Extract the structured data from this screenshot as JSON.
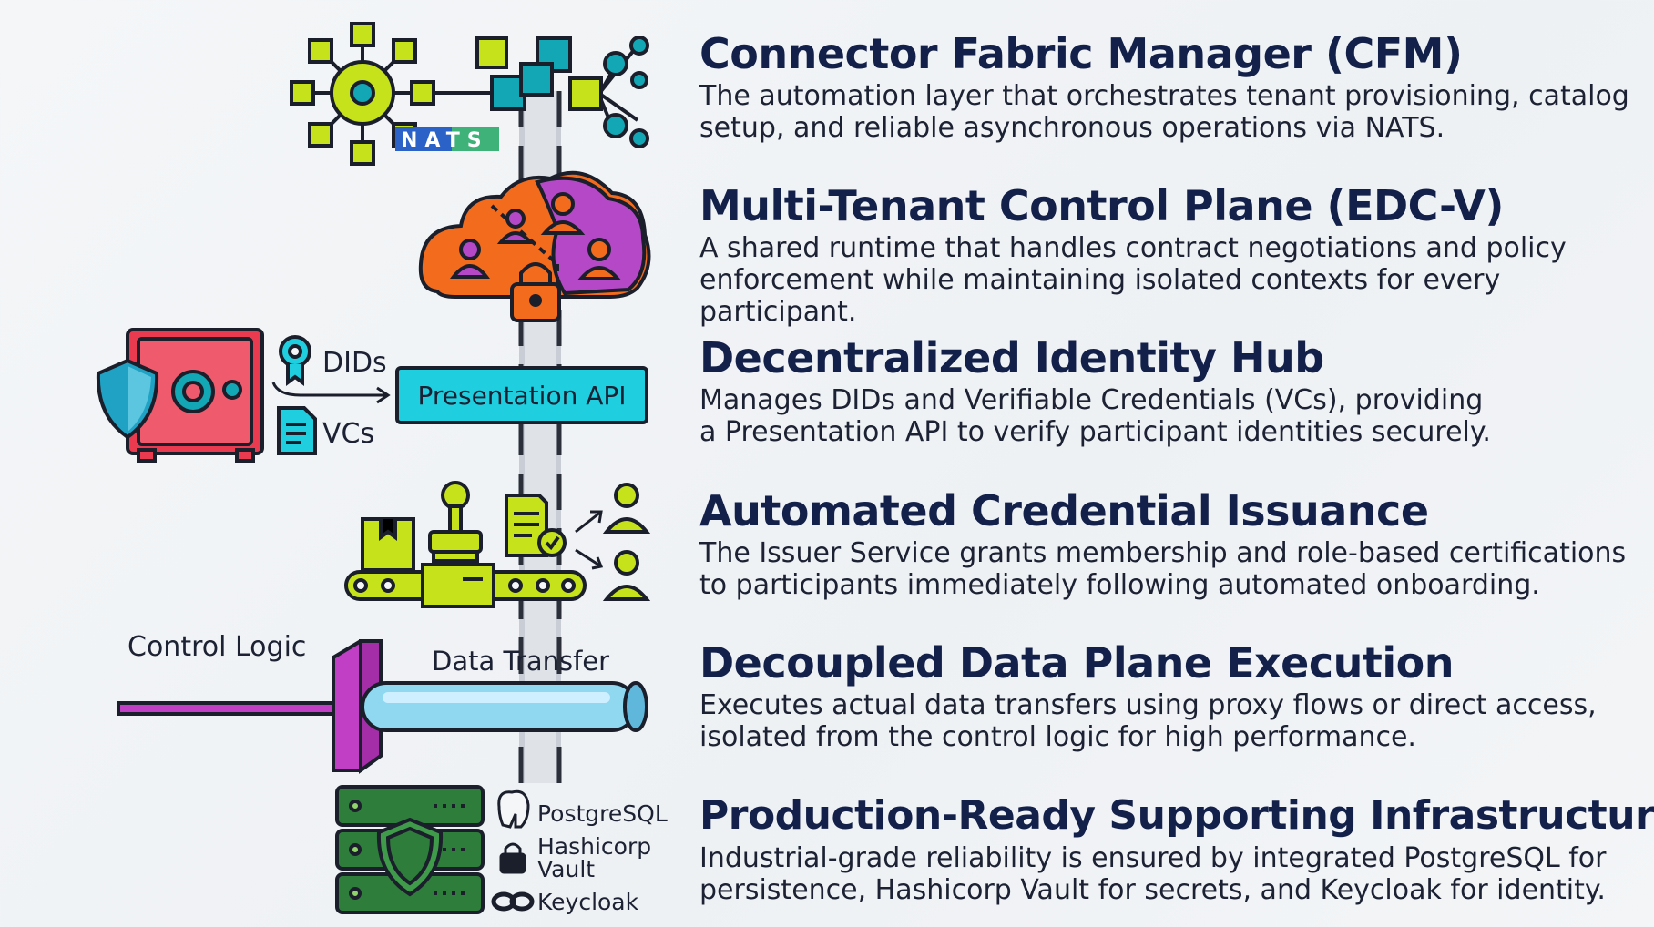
{
  "sections": [
    {
      "title": "Connector Fabric Manager (CFM)",
      "desc": "The automation layer that orchestrates tenant provisioning, catalog\nsetup, and reliable asynchronous operations via NATS."
    },
    {
      "title": "Multi-Tenant Control Plane (EDC-V)",
      "desc": "A shared runtime that handles contract negotiations and policy\nenforcement while maintaining isolated contexts for every participant."
    },
    {
      "title": "Decentralized Identity Hub",
      "desc": "Manages DIDs and Verifiable Credentials (VCs), providing\na Presentation API to verify participant identities securely."
    },
    {
      "title": "Automated Credential Issuance",
      "desc": "The Issuer Service grants membership and role-based certifications\nto participants immediately following automated onboarding."
    },
    {
      "title": "Decoupled Data Plane Execution",
      "desc": "Executes actual data transfers using proxy flows or direct access,\nisolated from the control logic for high performance."
    },
    {
      "title": "Production-Ready Supporting Infrastructure",
      "desc": "Industrial-grade reliability is ensured by integrated PostgreSQL for\npersistence, Hashicorp Vault for secrets, and Keycloak for identity."
    }
  ],
  "labels": {
    "nats": "NATS",
    "dids": "DIDs",
    "vcs": "VCs",
    "presentation_api": "Presentation API",
    "control_logic": "Control Logic",
    "data_transfer": "Data Transfer",
    "postgresql": "PostgreSQL",
    "hashicorp": "Hashicorp",
    "vault": "Vault",
    "keycloak": "Keycloak"
  },
  "icons": [
    "hub-network-icon",
    "nats-logo",
    "cloud-tenants-icon",
    "padlock-icon",
    "safe-icon",
    "shield-icon",
    "did-badge-icon",
    "vc-document-icon",
    "conveyor-icon",
    "stamp-icon",
    "certificate-icon",
    "user-icon",
    "pipe-icon",
    "server-rack-icon",
    "postgresql-elephant-icon",
    "vault-lock-icon",
    "keycloak-icon"
  ],
  "colors": {
    "title": "#13204a",
    "text": "#1c2233",
    "lime": "#c6e21a",
    "teal": "#13a6b5",
    "orange": "#f36b1c",
    "purple": "#b548c6",
    "red": "#ea3a4f",
    "cyan": "#1fcfdf",
    "magenta": "#c13fc5",
    "green": "#2e7d3a"
  }
}
